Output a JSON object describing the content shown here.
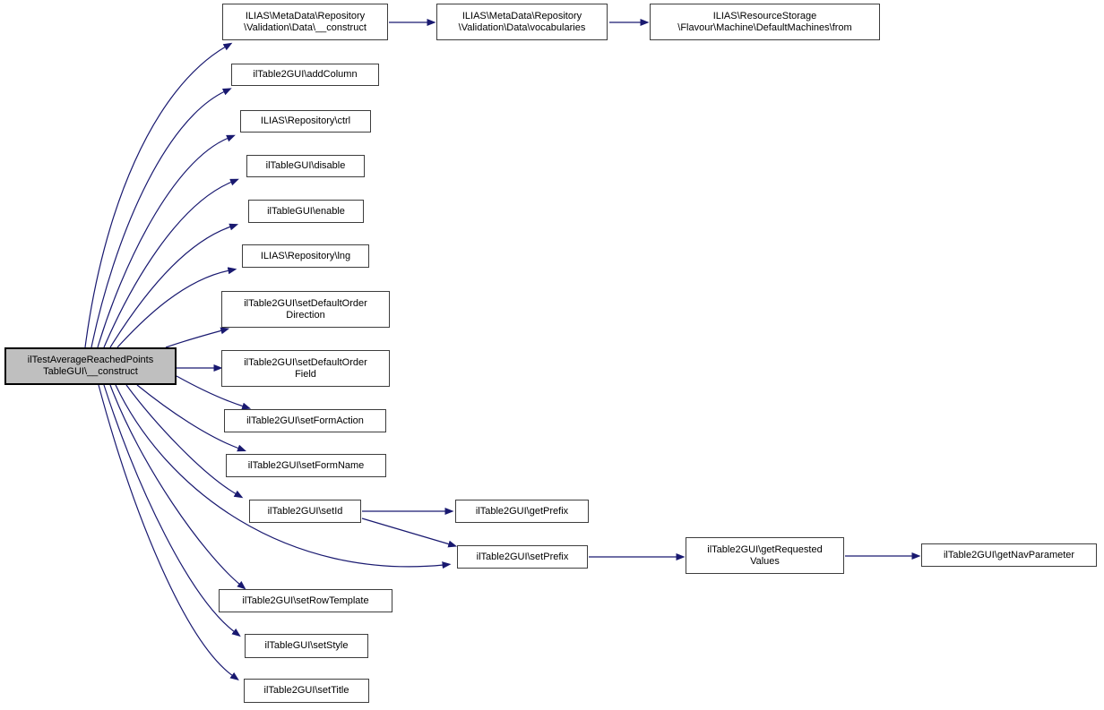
{
  "diagram": {
    "type": "doxygen-call-graph",
    "colors": {
      "edge": "#191970",
      "node_fill": "#ffffff",
      "node_border": "#3d3d3d",
      "root_fill": "#bfbfbf",
      "text": "#000000",
      "background": "#ffffff"
    },
    "root": {
      "label": "ilTestAverageReachedPoints\nTableGUI\\__construct"
    },
    "nodes": {
      "md_construct": {
        "label": "ILIAS\\MetaData\\Repository\n\\Validation\\Data\\__construct"
      },
      "vocabularies": {
        "label": "ILIAS\\MetaData\\Repository\n\\Validation\\Data\\vocabularies"
      },
      "default_machines_from": {
        "label": "ILIAS\\ResourceStorage\n\\Flavour\\Machine\\DefaultMachines\\from"
      },
      "add_column": {
        "label": "ilTable2GUI\\addColumn"
      },
      "ctrl": {
        "label": "ILIAS\\Repository\\ctrl"
      },
      "disable": {
        "label": "ilTableGUI\\disable"
      },
      "enable": {
        "label": "ilTableGUI\\enable"
      },
      "lng": {
        "label": "ILIAS\\Repository\\lng"
      },
      "set_default_order_direction": {
        "label": "ilTable2GUI\\setDefaultOrder\nDirection"
      },
      "set_default_order_field": {
        "label": "ilTable2GUI\\setDefaultOrder\nField"
      },
      "set_form_action": {
        "label": "ilTable2GUI\\setFormAction"
      },
      "set_form_name": {
        "label": "ilTable2GUI\\setFormName"
      },
      "set_id": {
        "label": "ilTable2GUI\\setId"
      },
      "set_row_template": {
        "label": "ilTable2GUI\\setRowTemplate"
      },
      "set_style": {
        "label": "ilTableGUI\\setStyle"
      },
      "set_title": {
        "label": "ilTable2GUI\\setTitle"
      },
      "get_prefix": {
        "label": "ilTable2GUI\\getPrefix"
      },
      "set_prefix": {
        "label": "ilTable2GUI\\setPrefix"
      },
      "get_requested_values": {
        "label": "ilTable2GUI\\getRequested\nValues"
      },
      "get_nav_parameter": {
        "label": "ilTable2GUI\\getNavParameter"
      }
    },
    "edges": [
      {
        "from": "root",
        "to": "md_construct"
      },
      {
        "from": "root",
        "to": "add_column"
      },
      {
        "from": "root",
        "to": "ctrl"
      },
      {
        "from": "root",
        "to": "disable"
      },
      {
        "from": "root",
        "to": "enable"
      },
      {
        "from": "root",
        "to": "lng"
      },
      {
        "from": "root",
        "to": "set_default_order_direction"
      },
      {
        "from": "root",
        "to": "set_default_order_field"
      },
      {
        "from": "root",
        "to": "set_form_action"
      },
      {
        "from": "root",
        "to": "set_form_name"
      },
      {
        "from": "root",
        "to": "set_id"
      },
      {
        "from": "root",
        "to": "set_prefix"
      },
      {
        "from": "root",
        "to": "set_row_template"
      },
      {
        "from": "root",
        "to": "set_style"
      },
      {
        "from": "root",
        "to": "set_title"
      },
      {
        "from": "md_construct",
        "to": "vocabularies"
      },
      {
        "from": "vocabularies",
        "to": "default_machines_from"
      },
      {
        "from": "set_id",
        "to": "get_prefix"
      },
      {
        "from": "set_id",
        "to": "set_prefix"
      },
      {
        "from": "set_prefix",
        "to": "get_requested_values"
      },
      {
        "from": "get_requested_values",
        "to": "get_nav_parameter"
      }
    ]
  }
}
